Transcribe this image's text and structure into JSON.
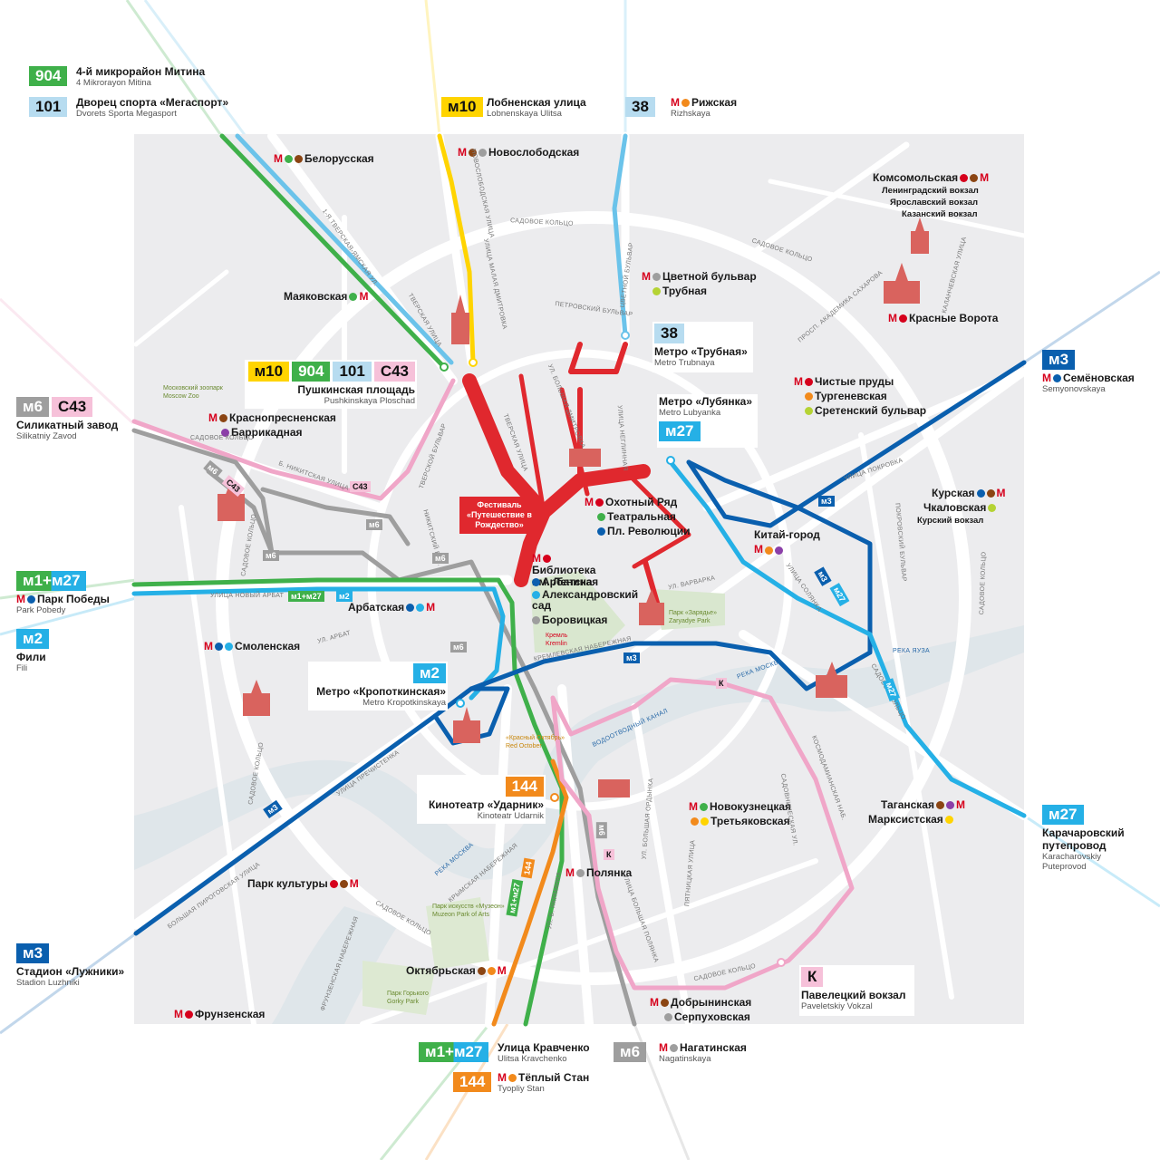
{
  "colors": {
    "green": "#3fb04a",
    "lightblue": "#6bc3ea",
    "yellow": "#ffd400",
    "pink": "#f0a6c8",
    "gray": "#9e9e9e",
    "darkblue": "#0a5fae",
    "cyan": "#25b0e6",
    "orange": "#f28a1c",
    "red": "#e0282e",
    "metro_red": "#d6001c",
    "pinkbadge": "#f6c1d9",
    "graybadge": "#9e9e9e"
  },
  "terminals": [
    {
      "id": "t-904",
      "routes": [
        {
          "num": "904",
          "c": "green"
        }
      ],
      "ru": "4-й микрорайон Митина",
      "en": "4 Mikrorayon Mitina"
    },
    {
      "id": "t-101",
      "routes": [
        {
          "num": "101",
          "c": "lightblue"
        }
      ],
      "ru": "Дворец спорта «Мегаспорт»",
      "en": "Dvorets Sporta Megasport"
    },
    {
      "id": "t-m10",
      "routes": [
        {
          "num": "м10",
          "c": "yellow"
        }
      ],
      "ru": "Лобненская улица",
      "en": "Lobnenskaya Ulitsa"
    },
    {
      "id": "t-38",
      "routes": [
        {
          "num": "38",
          "c": "lightblue"
        }
      ],
      "ru": "Рижская",
      "en": "Rizhskaya"
    },
    {
      "id": "t-m6c43",
      "routes": [
        {
          "num": "м6",
          "c": "graybadge"
        },
        {
          "num": "С43",
          "c": "pinkbadge"
        }
      ],
      "ru": "Силикатный завод",
      "en": "Silikatniy Zavod"
    },
    {
      "id": "t-m1m27",
      "routes": [
        {
          "num": "м1+м27",
          "c": "green"
        }
      ],
      "ru": "Парк Победы",
      "en": "Park Pobedy"
    },
    {
      "id": "t-m2fili",
      "routes": [
        {
          "num": "м2",
          "c": "cyan"
        }
      ],
      "ru": "Фили",
      "en": "Fili"
    },
    {
      "id": "t-m3luzh",
      "routes": [
        {
          "num": "м3",
          "c": "darkblue"
        }
      ],
      "ru": "Стадион «Лужники»",
      "en": "Stadion Luzhniki"
    },
    {
      "id": "t-m3sem",
      "routes": [
        {
          "num": "м3",
          "c": "darkblue"
        }
      ],
      "ru": "Семёновская",
      "en": "Semyonovskaya"
    },
    {
      "id": "t-m27k",
      "routes": [
        {
          "num": "м27",
          "c": "cyan"
        }
      ],
      "ru": "Карачаровский путепровод",
      "en": "Karacharovskiy Puteprovod"
    },
    {
      "id": "t-m1kr",
      "routes": [
        {
          "num": "м1+м27",
          "c": "green"
        }
      ],
      "ru": "Улица Кравченко",
      "en": "Ulitsa Kravchenko"
    },
    {
      "id": "t-144ts",
      "routes": [
        {
          "num": "144",
          "c": "orange"
        }
      ],
      "ru": "Тёплый Стан",
      "en": "Tyopliy Stan"
    },
    {
      "id": "t-m6nag",
      "routes": [
        {
          "num": "м6",
          "c": "graybadge"
        }
      ],
      "ru": "Нагатинская",
      "en": "Nagatinskaya"
    }
  ],
  "stops": [
    {
      "id": "s-push",
      "routes": [
        {
          "num": "м10",
          "c": "yellow"
        },
        {
          "num": "904",
          "c": "green"
        },
        {
          "num": "101",
          "c": "lightblue"
        },
        {
          "num": "С43",
          "c": "pinkbadge"
        }
      ],
      "ru": "Пушкинская площадь",
      "en": "Pushkinskaya Ploschad"
    },
    {
      "id": "s-trub",
      "routes": [
        {
          "num": "38",
          "c": "lightblue"
        }
      ],
      "ru": "Метро «Трубная»",
      "en": "Metro Trubnaya"
    },
    {
      "id": "s-lub",
      "routes": [
        {
          "num": "м27",
          "c": "cyan"
        }
      ],
      "ru": "Метро «Лубянка»",
      "en": "Metro Lubyanka"
    },
    {
      "id": "s-krop",
      "routes": [
        {
          "num": "м2",
          "c": "cyan"
        }
      ],
      "ru": "Метро «Кропоткинская»",
      "en": "Metro Kropotkinskaya"
    },
    {
      "id": "s-udar",
      "routes": [
        {
          "num": "144",
          "c": "orange"
        }
      ],
      "ru": "Кинотеатр «Ударник»",
      "en": "Kinoteatr Udarnik"
    },
    {
      "id": "s-pav",
      "routes": [
        {
          "num": "К",
          "c": "pinkbadge"
        }
      ],
      "ru": "Павелецкий вокзал",
      "en": "Paveletskiy Vokzal"
    }
  ],
  "metro": [
    {
      "id": "m-bel",
      "name": "Белорусская"
    },
    {
      "id": "m-novosl",
      "name": "Новослободская"
    },
    {
      "id": "m-komso",
      "name": "Комсомольская"
    },
    {
      "id": "m-len",
      "name": "Ленинградский вокзал"
    },
    {
      "id": "m-yar",
      "name": "Ярославский вокзал"
    },
    {
      "id": "m-kaz",
      "name": "Казанский вокзал"
    },
    {
      "id": "m-mayak",
      "name": "Маяковская"
    },
    {
      "id": "m-tsvet",
      "name": "Цветной бульвар"
    },
    {
      "id": "m-trubm",
      "name": "Трубная"
    },
    {
      "id": "m-krv",
      "name": "Красные Ворота"
    },
    {
      "id": "m-chist",
      "name": "Чистые пруды"
    },
    {
      "id": "m-turg",
      "name": "Тургеневская"
    },
    {
      "id": "m-sret",
      "name": "Сретенский бульвар"
    },
    {
      "id": "m-krpr",
      "name": "Краснопресненская"
    },
    {
      "id": "m-barr",
      "name": "Баррикадная"
    },
    {
      "id": "m-ohot",
      "name": "Охотный Ряд"
    },
    {
      "id": "m-teatr",
      "name": "Театральная"
    },
    {
      "id": "m-plrev",
      "name": "Пл. Революции"
    },
    {
      "id": "m-kurs",
      "name": "Курская"
    },
    {
      "id": "m-chkal",
      "name": "Чкаловская"
    },
    {
      "id": "m-kursv",
      "name": "Курский вокзал"
    },
    {
      "id": "m-kitay",
      "name": "Китай-город"
    },
    {
      "id": "m-bibl",
      "name": "Библиотека им. Ленина"
    },
    {
      "id": "m-arb1",
      "name": "Арбатская"
    },
    {
      "id": "m-alex",
      "name": "Александровский сад"
    },
    {
      "id": "m-borov",
      "name": "Боровицкая"
    },
    {
      "id": "m-arb2",
      "name": "Арбатская"
    },
    {
      "id": "m-smol",
      "name": "Смоленская"
    },
    {
      "id": "m-novok",
      "name": "Новокузнецкая"
    },
    {
      "id": "m-tret",
      "name": "Третьяковская"
    },
    {
      "id": "m-tag",
      "name": "Таганская"
    },
    {
      "id": "m-marks",
      "name": "Марксистская"
    },
    {
      "id": "m-polyan",
      "name": "Полянка"
    },
    {
      "id": "m-parkk",
      "name": "Парк культуры"
    },
    {
      "id": "m-okt",
      "name": "Октябрьская"
    },
    {
      "id": "m-dobr",
      "name": "Добрынинская"
    },
    {
      "id": "m-serp",
      "name": "Серпуховская"
    },
    {
      "id": "m-frunz",
      "name": "Фрунзенская"
    }
  ],
  "festival": "Фестиваль «Путешествие в Рождество»",
  "streets": [
    {
      "id": "st1",
      "t": "Садовое кольцо"
    },
    {
      "id": "st2",
      "t": "Садовое кольцо"
    },
    {
      "id": "st3",
      "t": "Новослободская улица"
    },
    {
      "id": "st4",
      "t": "Улица Малая Дмитровка"
    },
    {
      "id": "st5",
      "t": "1-я Тверская-Ямская ул."
    },
    {
      "id": "st6",
      "t": "Тверская улица"
    },
    {
      "id": "st7",
      "t": "Цветной бульвар"
    },
    {
      "id": "st8",
      "t": "Петровский бульвар"
    },
    {
      "id": "st9",
      "t": "Просп. Академика Сахарова"
    },
    {
      "id": "st10",
      "t": "Каланчевская улица"
    },
    {
      "id": "st11",
      "t": "Тверская улица"
    },
    {
      "id": "st12",
      "t": "Ул. Большая Дмитровка"
    },
    {
      "id": "st13",
      "t": "Улица Неглинная"
    },
    {
      "id": "st14",
      "t": "Тверской бульвар"
    },
    {
      "id": "st15",
      "t": "Б. Никитская улица"
    },
    {
      "id": "st16",
      "t": "Садовое кольцо"
    },
    {
      "id": "st17",
      "t": "Никитский бул."
    },
    {
      "id": "st18",
      "t": "Улица Новый Арбат"
    },
    {
      "id": "st19",
      "t": "Ул. Арбат"
    },
    {
      "id": "st20",
      "t": "Кремлевская набережная"
    },
    {
      "id": "st21",
      "t": "Ул. Варварка"
    },
    {
      "id": "st22",
      "t": "Улица Покровка"
    },
    {
      "id": "st23",
      "t": "Покровский бульвар"
    },
    {
      "id": "st24",
      "t": "Улица Солянка"
    },
    {
      "id": "st25",
      "t": "Садовое кольцо"
    },
    {
      "id": "st26",
      "t": "Река Москва"
    },
    {
      "id": "st27",
      "t": "Улица Пречистенка"
    },
    {
      "id": "st28",
      "t": "Садовое кольцо"
    },
    {
      "id": "st29",
      "t": "Большая Пироговская улица"
    },
    {
      "id": "st30",
      "t": "Река Москва"
    },
    {
      "id": "st31",
      "t": "Крымская набережная"
    },
    {
      "id": "st32",
      "t": "Садовое кольцо"
    },
    {
      "id": "st33",
      "t": "Фрунзенская набережная"
    },
    {
      "id": "st34",
      "t": "Ул. Б. Якиманка"
    },
    {
      "id": "st35",
      "t": "Ул. Большая Ордынка"
    },
    {
      "id": "st36",
      "t": "Пятницкая улица"
    },
    {
      "id": "st37",
      "t": "Космодамианская наб."
    },
    {
      "id": "st38",
      "t": "Садовническая ул."
    },
    {
      "id": "st39",
      "t": "Улица Большая Полянка"
    },
    {
      "id": "st40",
      "t": "Садовое кольцо"
    },
    {
      "id": "st41",
      "t": "Водоотводный канал"
    },
    {
      "id": "st42",
      "t": "Река Яуза"
    },
    {
      "id": "st43",
      "t": "Садовое кольцо"
    },
    {
      "id": "st44",
      "t": "Садовое кольцо"
    }
  ],
  "greens": [
    {
      "id": "g1",
      "ru": "Московский зоопарк",
      "en": "Moscow Zoo"
    },
    {
      "id": "g2",
      "ru": "Парк «Зарядье»",
      "en": "Zaryadye Park"
    },
    {
      "id": "g3",
      "ru": "Кремль",
      "en": "Kremlin"
    },
    {
      "id": "g4",
      "ru": "«Красный Октябрь»",
      "en": "Red October"
    },
    {
      "id": "g5",
      "ru": "Парк искусств «Музеон»",
      "en": "Muzeon Park of Arts"
    },
    {
      "id": "g6",
      "ru": "Парк Горького",
      "en": "Gorky Park"
    }
  ],
  "route_tags": [
    {
      "id": "rt1",
      "t": "С43",
      "c": "pinkbadge"
    },
    {
      "id": "rt2",
      "t": "м6",
      "c": "graybadge"
    },
    {
      "id": "rt3",
      "t": "С43",
      "c": "pinkbadge"
    },
    {
      "id": "rt4",
      "t": "м6",
      "c": "graybadge"
    },
    {
      "id": "rt5",
      "t": "м6",
      "c": "graybadge"
    },
    {
      "id": "rt6",
      "t": "м6",
      "c": "graybadge"
    },
    {
      "id": "rt7",
      "t": "м1+м27",
      "c": "green"
    },
    {
      "id": "rt8",
      "t": "м2",
      "c": "cyan"
    },
    {
      "id": "rt9",
      "t": "м6",
      "c": "graybadge"
    },
    {
      "id": "rt10",
      "t": "м3",
      "c": "darkblue"
    },
    {
      "id": "rt11",
      "t": "м3",
      "c": "darkblue"
    },
    {
      "id": "rt12",
      "t": "м3",
      "c": "darkblue"
    },
    {
      "id": "rt13",
      "t": "м27",
      "c": "cyan"
    },
    {
      "id": "rt14",
      "t": "м27",
      "c": "cyan"
    },
    {
      "id": "rt15",
      "t": "м3",
      "c": "darkblue"
    },
    {
      "id": "rt16",
      "t": "К",
      "c": "pinkbadge"
    },
    {
      "id": "rt17",
      "t": "К",
      "c": "pinkbadge"
    },
    {
      "id": "rt18",
      "t": "м6",
      "c": "graybadge"
    },
    {
      "id": "rt19",
      "t": "144",
      "c": "orange"
    },
    {
      "id": "rt20",
      "t": "м1+м27",
      "c": "green"
    }
  ]
}
